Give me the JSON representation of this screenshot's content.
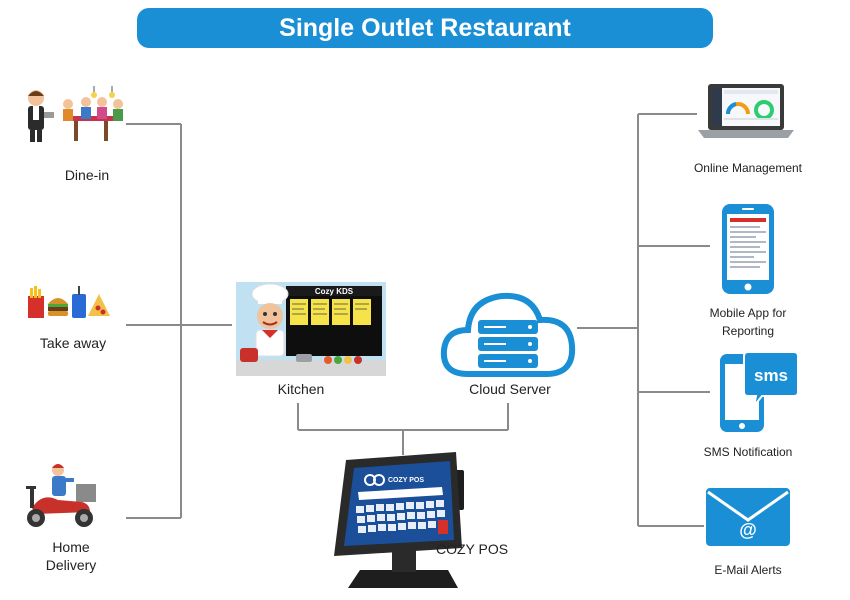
{
  "title": "Single Outlet Restaurant",
  "left_nodes": [
    {
      "label": "Dine-in"
    },
    {
      "label": "Take away"
    },
    {
      "label_line1": "Home",
      "label_line2": "Delivery"
    }
  ],
  "center_nodes": {
    "kitchen": {
      "label": "Kitchen",
      "screen_title": "Cozy KDS"
    },
    "cloud": {
      "label": "Cloud Server"
    },
    "pos": {
      "label": "COZY POS",
      "screen_logo": "COZY POS"
    }
  },
  "right_nodes": [
    {
      "label": "Online Management"
    },
    {
      "label": "Mobile App for Reporting"
    },
    {
      "label": "SMS Notification",
      "bubble_text": "sms"
    },
    {
      "label": "E-Mail Alerts",
      "envelope_text": "@"
    }
  ],
  "colors": {
    "accent": "#1a8fd6",
    "line": "#8a8a8a",
    "pos_screen": "#1c4f9a"
  }
}
